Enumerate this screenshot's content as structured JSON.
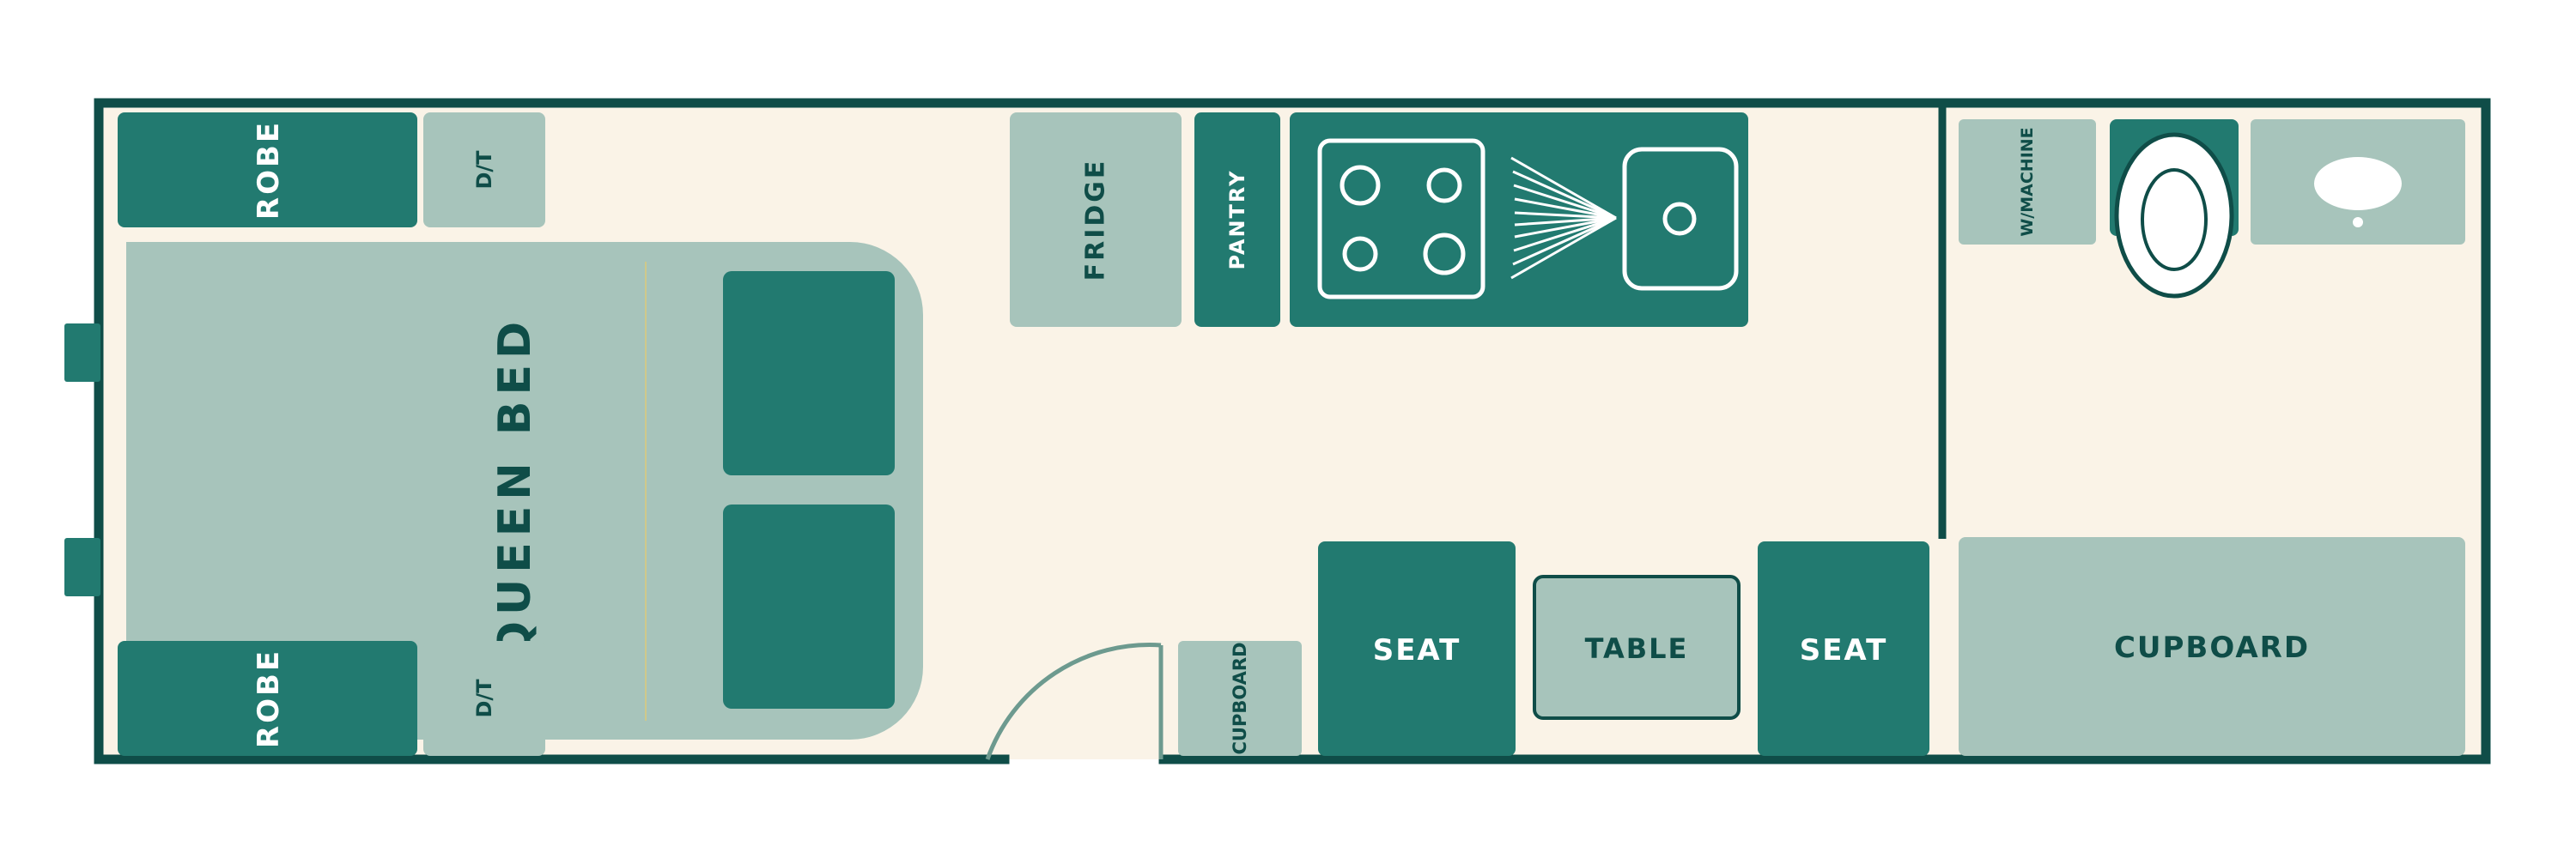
{
  "colors": {
    "floor": "#faf3e7",
    "wall": "#0f4d48",
    "dark": "#227a70",
    "light": "#a7c4bb",
    "text_dark": "#0f4d48",
    "text_light": "#ffffff",
    "bed_line": "#cfc98a"
  },
  "labels": {
    "robe_top": "ROBE",
    "dt_top": "D/T",
    "robe_bottom": "ROBE",
    "dt_bottom": "D/T",
    "queen_bed": "QUEEN BED",
    "fridge": "FRIDGE",
    "pantry": "PANTRY",
    "cupboard_small": "CUPBOARD",
    "seat_left": "SEAT",
    "table": "TABLE",
    "seat_right": "SEAT",
    "wmachine": "W/MACHINE",
    "cupboard_large": "CUPBOARD"
  },
  "icons": {
    "cooktop": "cooktop-icon",
    "sink": "sink-icon",
    "toilet": "toilet-icon",
    "basin": "basin-icon",
    "door_swing": "door-swing-icon",
    "window": "window-icon"
  }
}
